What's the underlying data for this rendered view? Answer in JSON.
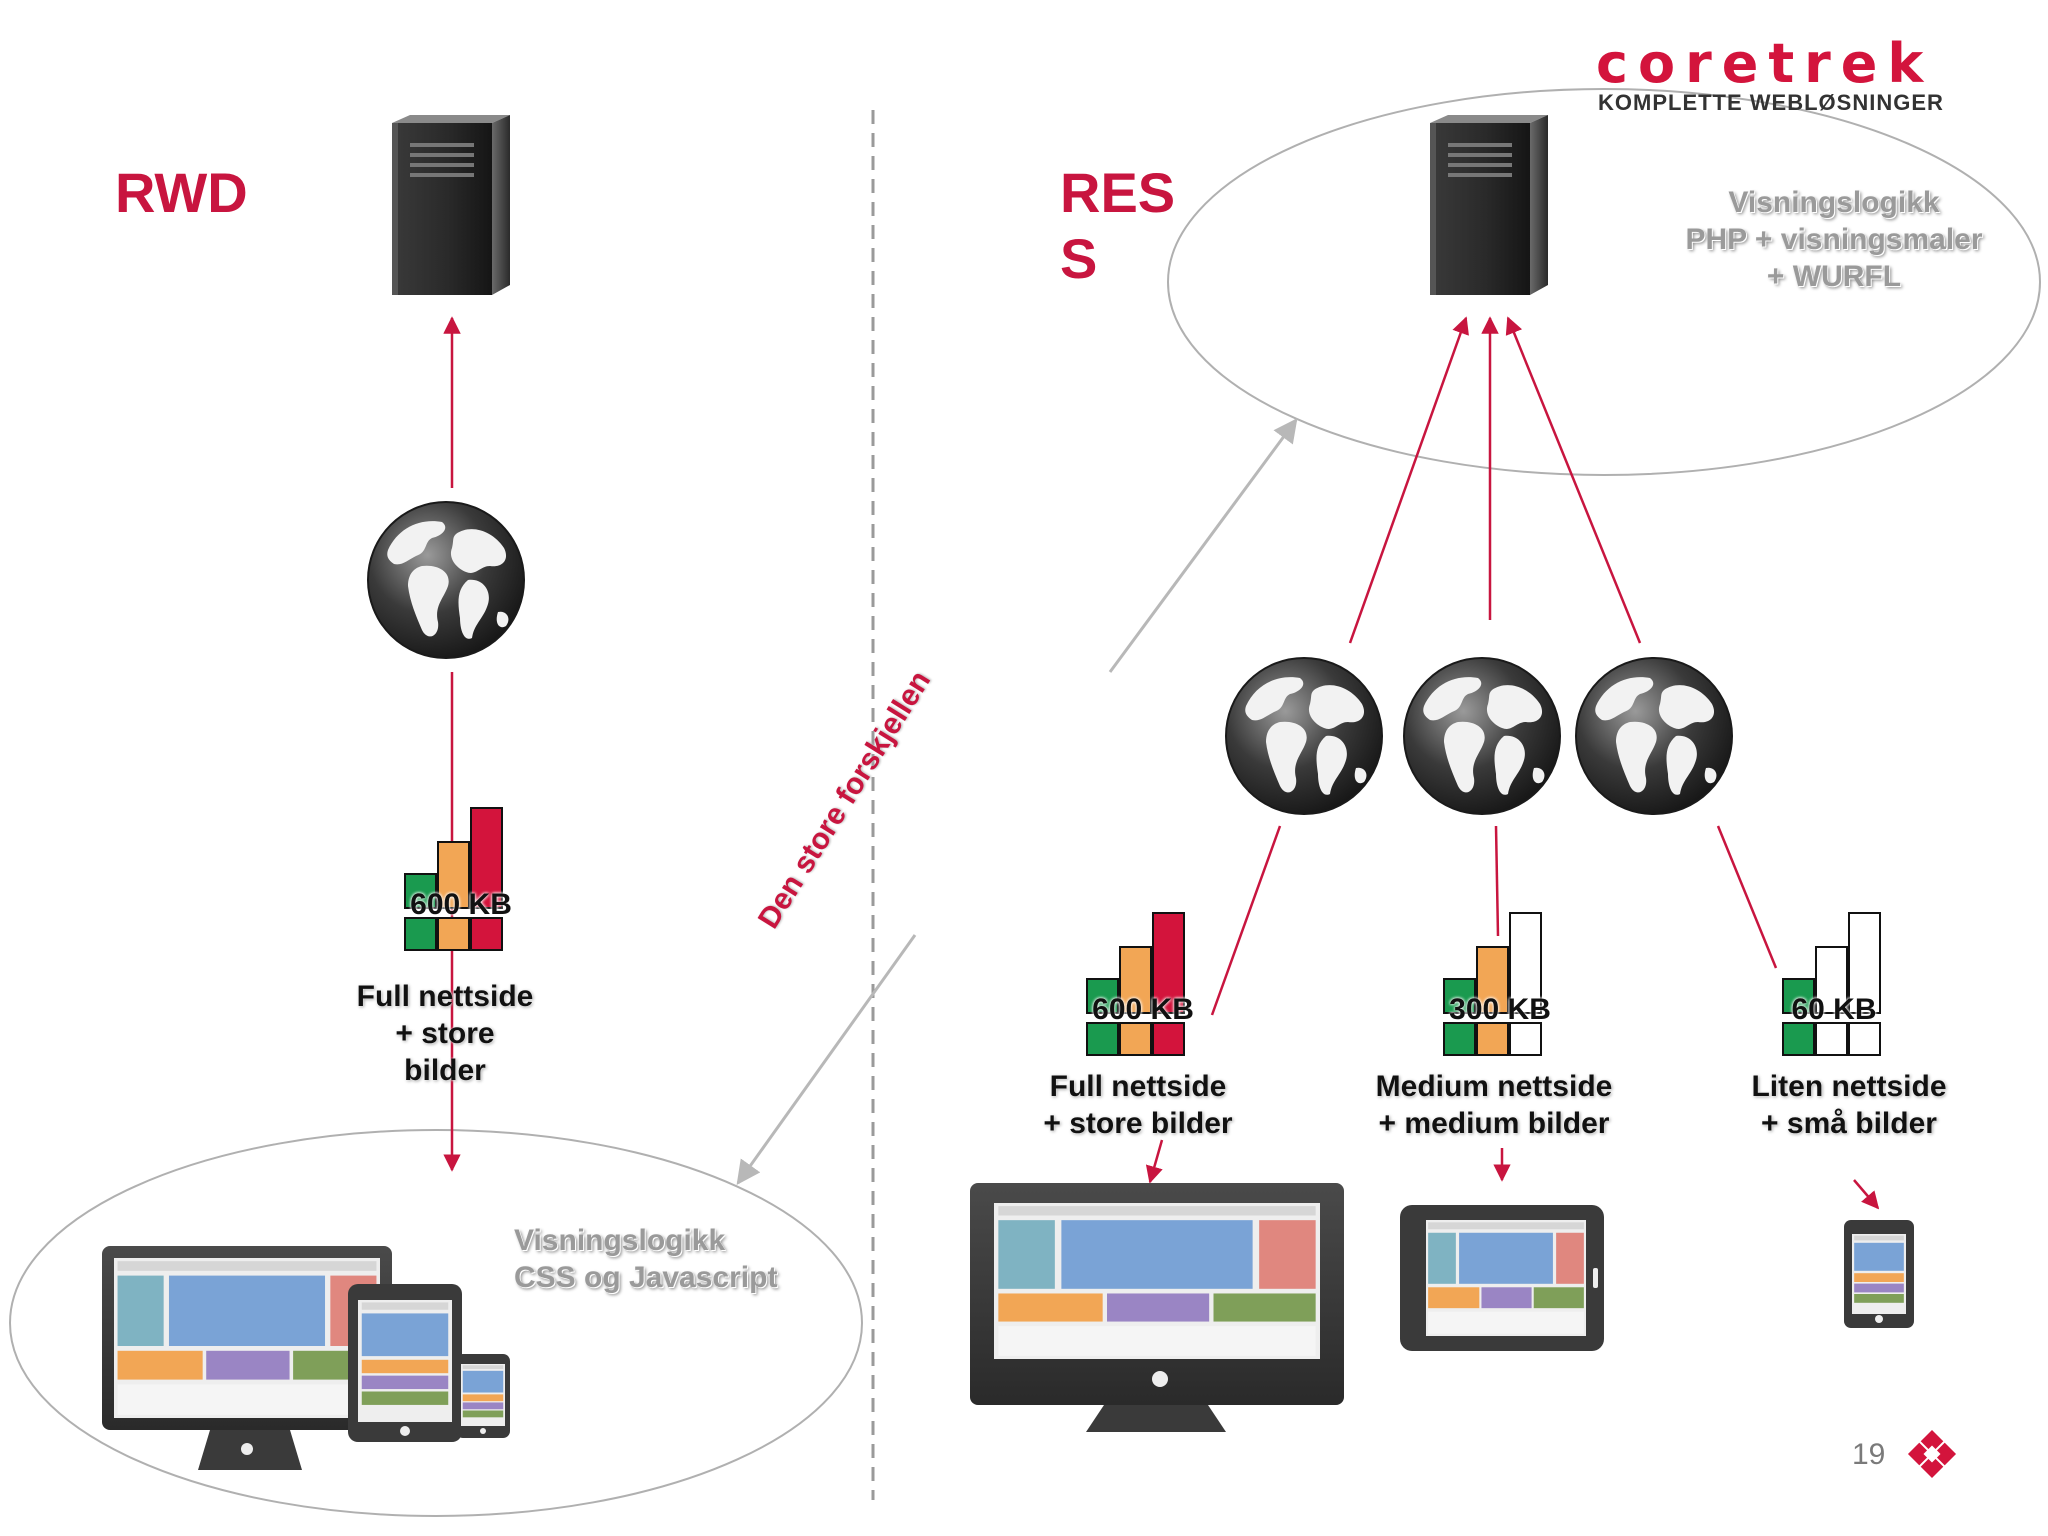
{
  "brand": {
    "name": "coretrek",
    "tagline": "KOMPLETTE WEBLØSNINGER",
    "colors": {
      "red": "#d3143c",
      "accent": "#c8153f",
      "green": "#1a9a4f",
      "orange": "#f2a655",
      "gray": "#9a9a9a"
    }
  },
  "rwd": {
    "title": "RWD",
    "client_logic": [
      "Visningslogikk",
      "CSS og Javascript"
    ],
    "payload": {
      "size": "600 KB",
      "level": 3,
      "caption": [
        "Full nettside",
        "+ store",
        "bilder"
      ]
    }
  },
  "ress": {
    "title": "RESS",
    "server_logic": [
      "Visningslogikk",
      "PHP + visningsmaler",
      "+ WURFL"
    ],
    "variants": [
      {
        "size": "600 KB",
        "level": 3,
        "caption": [
          "Full nettside",
          "+ store bilder"
        ],
        "device": "desktop-monitor"
      },
      {
        "size": "300 KB",
        "level": 2,
        "caption": [
          "Medium nettside",
          "+ medium bilder"
        ],
        "device": "tablet"
      },
      {
        "size": "60 KB",
        "level": 1,
        "caption": [
          "Liten nettside",
          "+ små bilder"
        ],
        "device": "phone"
      }
    ]
  },
  "difference_label": "Den store forskjellen",
  "icons": [
    "server-icon",
    "globe-icon",
    "size-bars-icon",
    "desktop-monitor-icon",
    "tablet-icon",
    "phone-icon",
    "logo-diamond-icon"
  ],
  "page_number": "19"
}
